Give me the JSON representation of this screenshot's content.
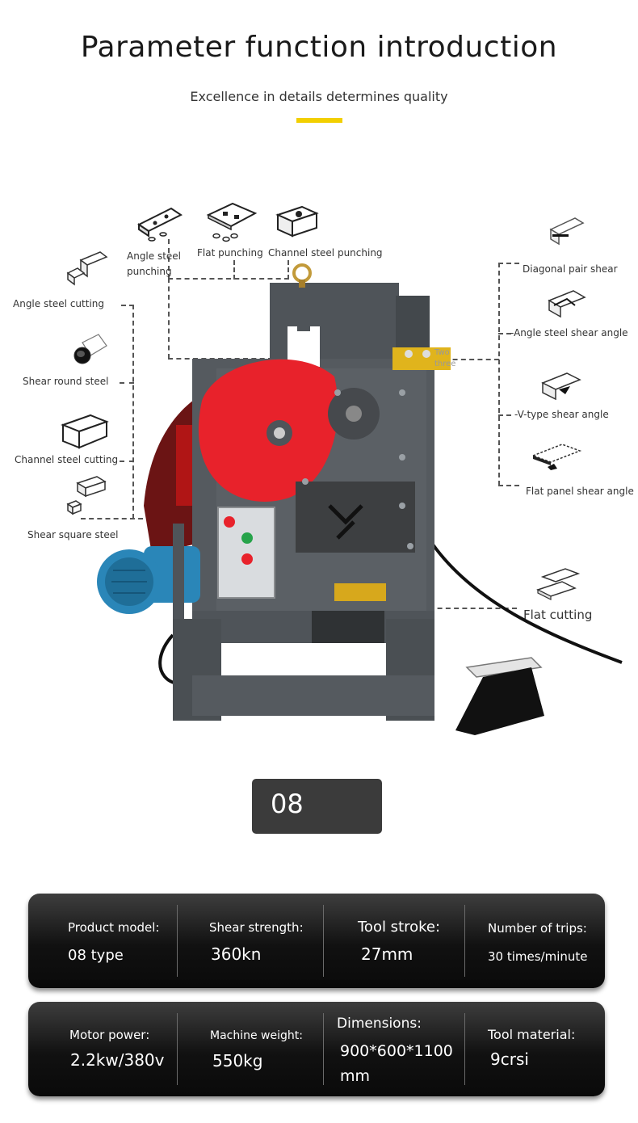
{
  "header": {
    "title": "Parameter function introduction",
    "subtitle": "Excellence in details determines quality",
    "accent_color": "#f2cf00"
  },
  "functions": {
    "angle_steel_punching": "Angle steel punching",
    "flat_punching": "Flat punching",
    "channel_steel_punching": "Channel steel punching",
    "angle_steel_cutting": "Angle steel cutting",
    "shear_round_steel": "Shear round steel",
    "channel_steel_cutting": "Channel steel cutting",
    "shear_square_steel": "Shear square steel",
    "diagonal_pair_shear": "Diagonal pair shear",
    "angle_steel_shear_angle": "-Angle steel shear angle",
    "v_type_shear_angle": "-V-type shear angle",
    "flat_panel_shear_angle": "Flat panel shear angle",
    "flat_cutting": "Flat cutting",
    "two_three": "Two three"
  },
  "machine": {
    "body_color": "#4f5459",
    "guard_color": "#e8222b",
    "motor_color": "#2a86b8"
  },
  "model": {
    "label": "08"
  },
  "specs_row1": [
    {
      "key": "Product model:",
      "value": "08 type"
    },
    {
      "key": "Shear strength:",
      "value": "360kn"
    },
    {
      "key": "Tool stroke:",
      "value": "27mm"
    },
    {
      "key": "Number of trips:",
      "value": "30 times/minute"
    }
  ],
  "specs_row2": [
    {
      "key": "Motor power:",
      "value": "2.2kw/380v"
    },
    {
      "key": "Machine weight:",
      "value": "550kg"
    },
    {
      "key": "Dimensions:",
      "value": "900*600*1100 mm"
    },
    {
      "key": "Tool material:",
      "value": "9crsi"
    }
  ]
}
